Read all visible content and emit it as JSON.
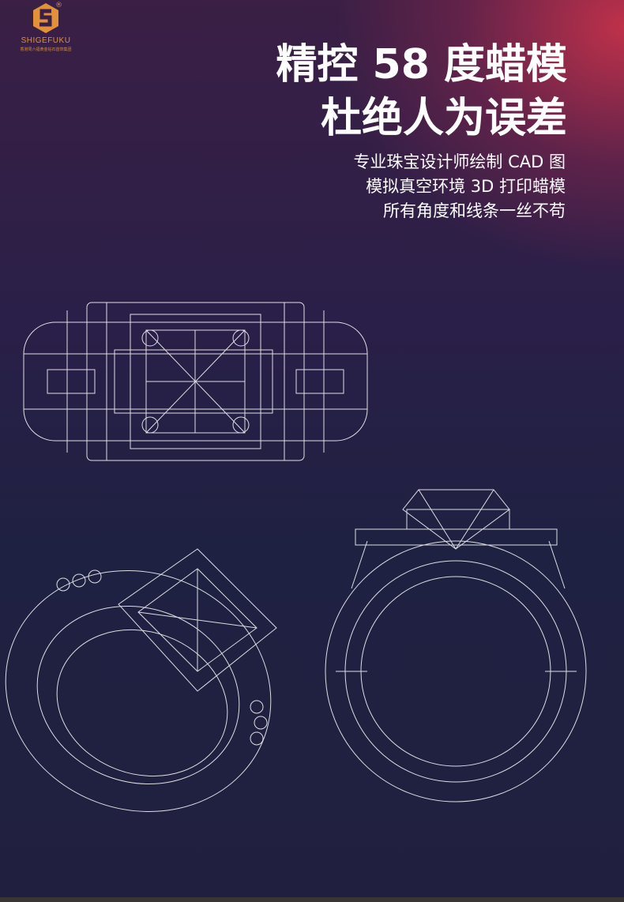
{
  "logo": {
    "brand": "SHIGEFUKU",
    "registered": "®",
    "subtitle": "香港周六福黄金钻石首饰集团"
  },
  "headline": [
    "精控 58 度蜡模",
    "杜绝人为误差"
  ],
  "description": [
    "专业珠宝设计师绘制 CAD 图",
    "模拟真空环境 3D 打印蜡模",
    "所有角度和线条一丝不苟"
  ],
  "colors": {
    "accent": "#e0913a",
    "glow": "#d6344a",
    "wire": "#ffffff"
  }
}
